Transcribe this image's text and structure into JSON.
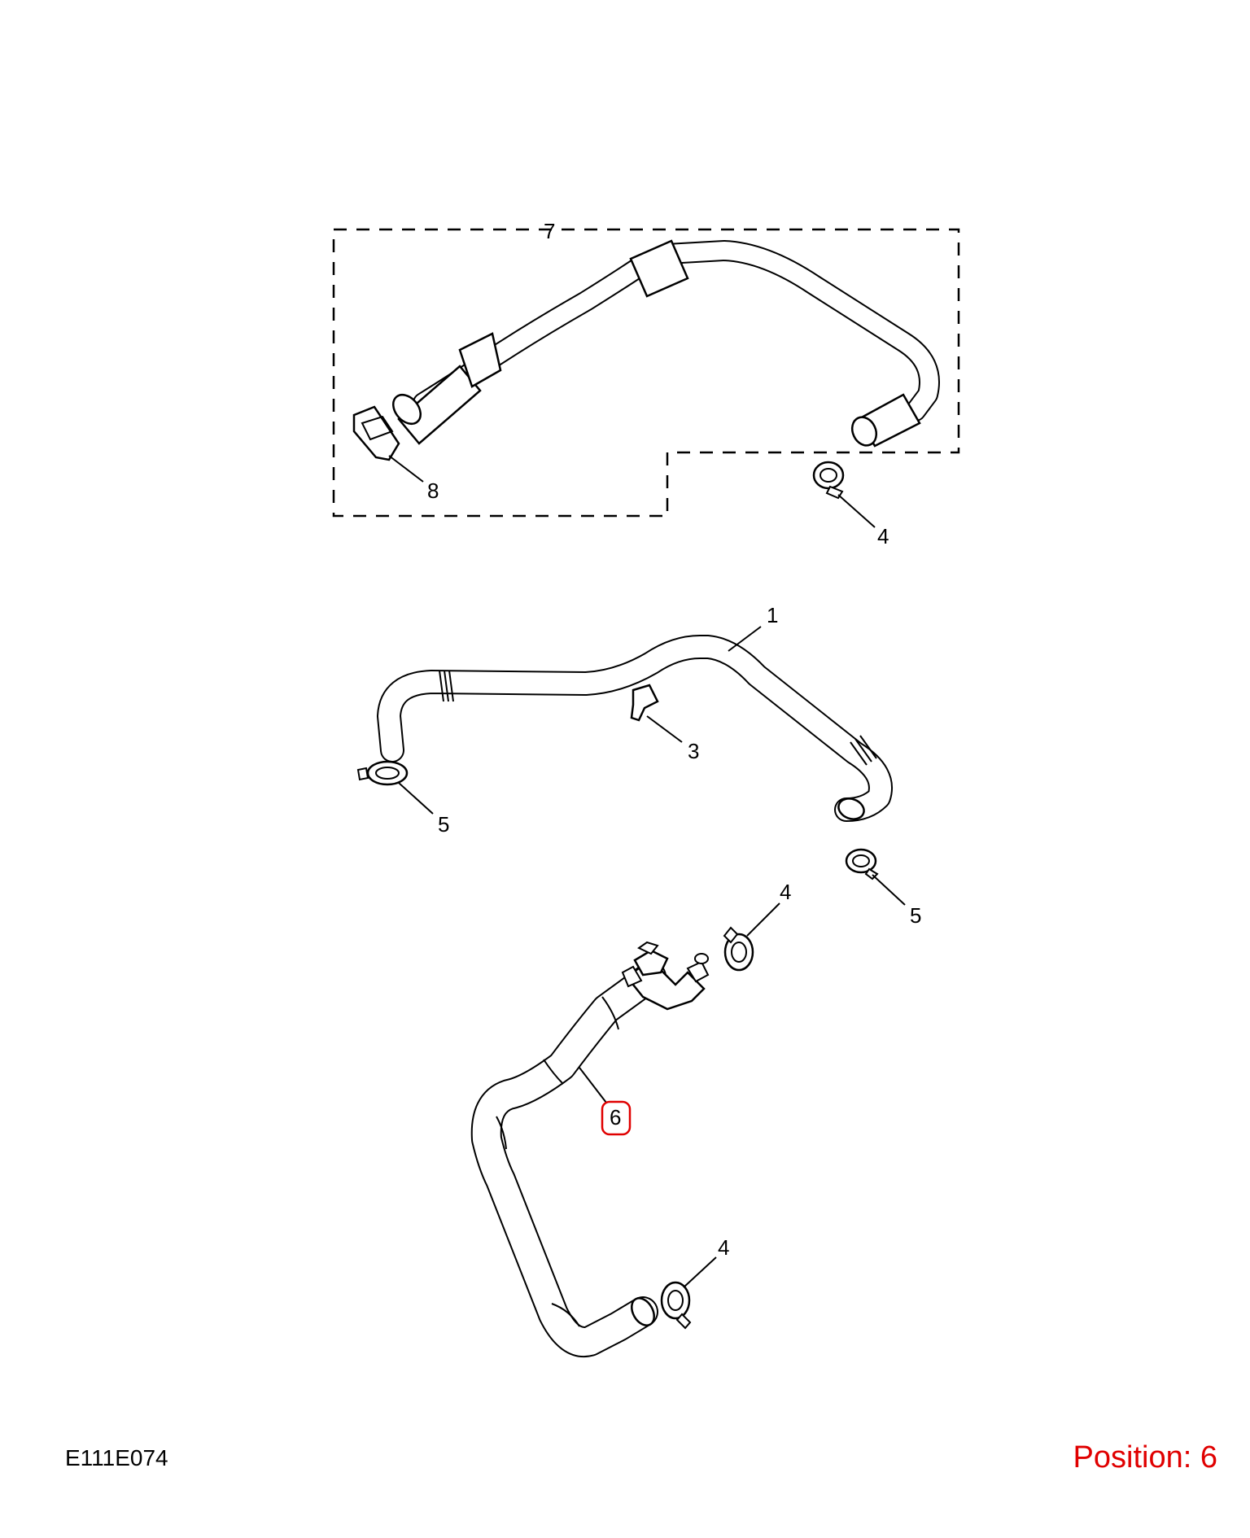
{
  "diagram_code": "E111E074",
  "position_label": "Position: 6",
  "highlight_color": "#e00000",
  "callouts": {
    "c7": "7",
    "c8": "8",
    "c4_top": "4",
    "c1": "1",
    "c3": "3",
    "c5_left": "5",
    "c5_right": "5",
    "c4_mid": "4",
    "c6": "6",
    "c4_bottom": "4"
  }
}
